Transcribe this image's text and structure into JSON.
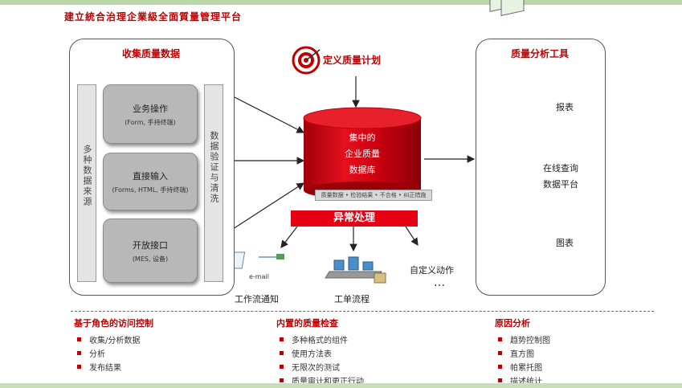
{
  "title": "建立統合治理企業級全面質量管理平台",
  "left_panel": {
    "title": "收集质量数据",
    "side_left": "多种数据来源",
    "side_right": "数据验证与清洗",
    "sources": [
      {
        "title": "业务操作",
        "sub": "(Form, 手持终端)"
      },
      {
        "title": "直接输入",
        "sub": "(Forms, HTML, 手持终端)"
      },
      {
        "title": "开放接口",
        "sub": "(MES, 设备)"
      }
    ]
  },
  "plan_label": "定义质量计划",
  "database": {
    "line1": "集中的",
    "line2": "企业质量",
    "line3": "数据库"
  },
  "strip_text": "质量数据 • 检验结果 • 不合格 • 纠正措施",
  "exception_label": "异常处理",
  "outputs": {
    "notify": "工作流通知",
    "notify_icon_text": "e-mail",
    "process": "工单流程",
    "custom": "自定义动作",
    "ellipsis": "…"
  },
  "right_panel": {
    "title": "质量分析工具",
    "items": [
      {
        "label": "报表"
      },
      {
        "label": "在线查询\n数据平台"
      },
      {
        "label": "图表"
      }
    ]
  },
  "bottom": {
    "col1": {
      "head": "基于角色的访问控制",
      "items": [
        "收集/分析数据",
        "分析",
        "发布结果"
      ]
    },
    "col2": {
      "head": "内置的质量检查",
      "items": [
        "多种格式的组件",
        "使用方法表",
        "无限次的测试",
        "质量审计和更正行动"
      ]
    },
    "col3": {
      "head": "原因分析",
      "items": [
        "趋势控制图",
        "直方图",
        "帕累托图",
        "描述统计"
      ]
    }
  },
  "colors": {
    "accent": "#c00000",
    "db_red": "#d7000f",
    "exception_red": "#e60012"
  }
}
